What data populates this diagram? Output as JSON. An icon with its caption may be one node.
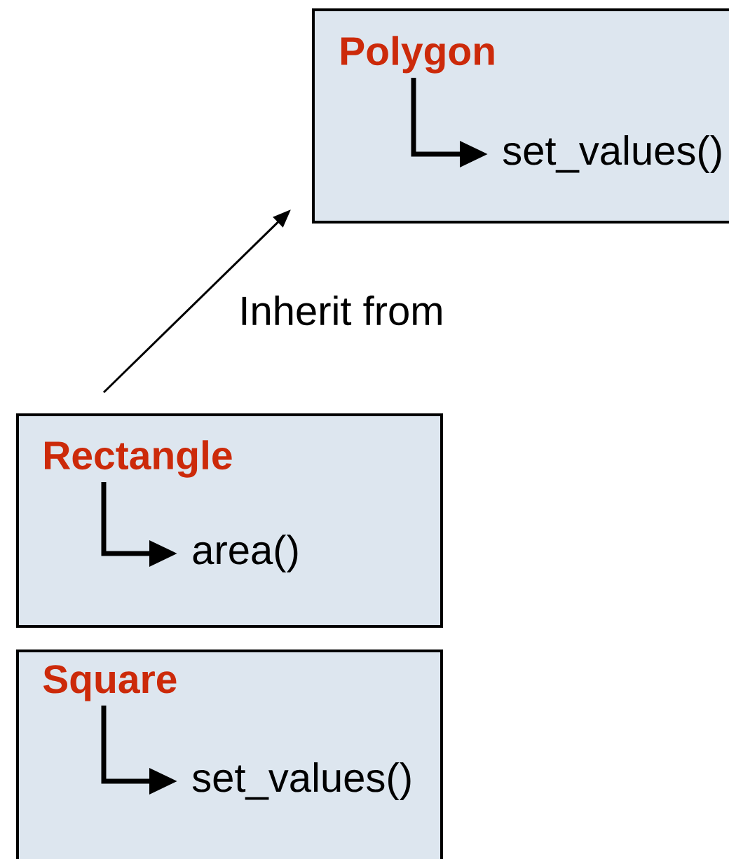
{
  "diagram": {
    "nodes": [
      {
        "text": [],
        "shape": "box"
      },
      {
        "text": [
          "Polygon"
        ],
        "in": 0
      },
      {
        "text": [
          "set_values()"
        ],
        "in": 0
      },
      {
        "text": [],
        "shape": "box"
      },
      {
        "text": [
          "Rectangle"
        ],
        "in": 3
      },
      {
        "text": [
          "area()"
        ],
        "in": 3
      },
      {
        "text": [],
        "shape": "box"
      },
      {
        "text": [
          "Square"
        ],
        "in": 6
      },
      {
        "text": [
          "set_values()"
        ],
        "in": 6
      }
    ],
    "edges": [
      {
        "from": 1,
        "to": 2,
        "arrow": "to"
      },
      {
        "from": 3,
        "to": 0,
        "arrow": "to",
        "label": "Inherit from"
      },
      {
        "from": 4,
        "to": 5,
        "arrow": "to"
      },
      {
        "from": 7,
        "to": 8,
        "arrow": "to"
      }
    ]
  }
}
